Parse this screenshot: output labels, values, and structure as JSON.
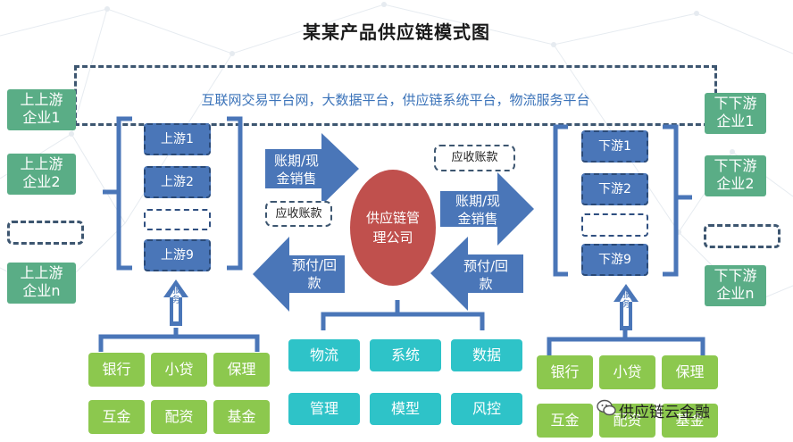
{
  "title": "某某产品供应链模式图",
  "platform": "互联网交易平台网，大数据平台，供应链系统平台，物流服务平台",
  "left_enterprises": [
    [
      "上上游",
      "企业1"
    ],
    [
      "上上游",
      "企业2"
    ],
    [
      "上上游",
      "企业n"
    ]
  ],
  "right_enterprises": [
    [
      "下下游",
      "企业1"
    ],
    [
      "下下游",
      "企业2"
    ],
    [
      "下下游",
      "企业n"
    ]
  ],
  "upstream": [
    "上游1",
    "上游2",
    "上游9"
  ],
  "downstream": [
    "下游1",
    "下游2",
    "下游9"
  ],
  "arrows": {
    "left_sales": [
      "账期/现",
      "金销售"
    ],
    "left_prepay": [
      "预付/回",
      "款"
    ],
    "right_sales": [
      "账期/现",
      "金销售"
    ],
    "right_prepay": [
      "预付/回",
      "款"
    ]
  },
  "receivable_left": "应收账款",
  "receivable_right": "应收账款",
  "company": "供应链管理公司",
  "service_label": "服务",
  "finance_left": [
    "银行",
    "小贷",
    "保理",
    "互金",
    "配资",
    "基金"
  ],
  "finance_right": [
    "银行",
    "小贷",
    "保理",
    "互金",
    "配资",
    "基金"
  ],
  "center_capabilities": [
    "物流",
    "系统",
    "数据",
    "管理",
    "模型",
    "风控"
  ],
  "watermark": "供应链云金融",
  "colors": {
    "enterprise": "#5aad86",
    "node": "#4a76b8",
    "company": "#c0504d",
    "finance": "#8cc84e",
    "capability": "#2ec3c8",
    "arrow": "#4a76b8",
    "brace": "#4a76b8"
  }
}
